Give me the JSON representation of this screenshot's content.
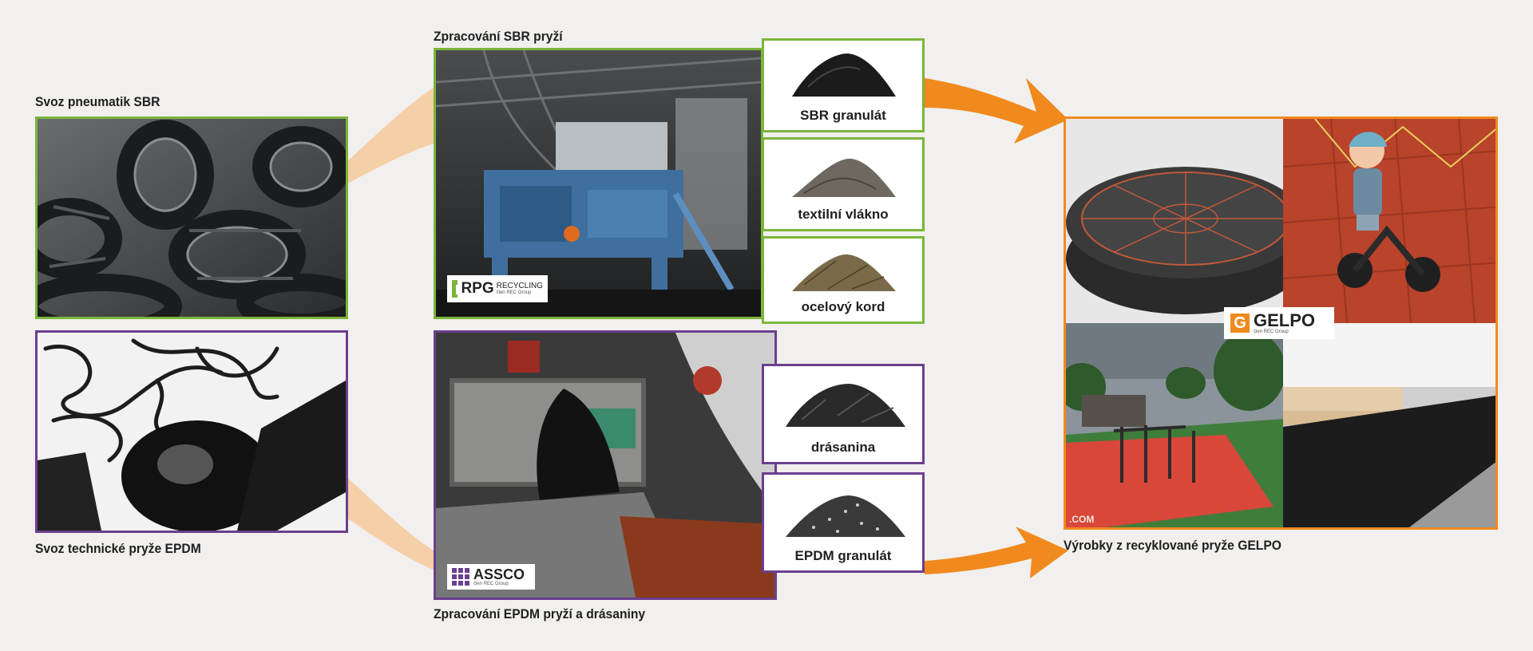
{
  "captions": {
    "sbr_collection": "Svoz pneumatik SBR",
    "epdm_collection": "Svoz technické pryže EPDM",
    "sbr_processing": "Zpracování SBR pryží",
    "epdm_processing": "Zpracování EPDM pryží a drásaniny",
    "products": "Výrobky z recyklované pryže GELPO"
  },
  "products_from_sbr": [
    {
      "label": "SBR granulát",
      "icon": "black-granulate-pile-icon"
    },
    {
      "label": "textilní vlákno",
      "icon": "fiber-pile-icon"
    },
    {
      "label": "ocelový kord",
      "icon": "steel-cord-pile-icon"
    }
  ],
  "products_from_epdm": [
    {
      "label": "drásanina",
      "icon": "shredded-rubber-pile-icon"
    },
    {
      "label": "EPDM granulát",
      "icon": "epdm-granulate-pile-icon"
    }
  ],
  "logos": {
    "rpg_name": "RPG",
    "rpg_word": "RECYCLING",
    "rpg_sub": "člen REC Group",
    "assco_name": "ASSCO",
    "assco_sub": "člen REC Group",
    "gelpo_mark": "G",
    "gelpo_name": "GELPO",
    "gelpo_sub": "člen REC Group"
  },
  "photo_text": {
    "playground_url_fragment": ".COM"
  },
  "colors": {
    "green": "#7cb53a",
    "purple": "#6b3f8f",
    "orange": "#f08a1e",
    "flow_light": "#f6c99a",
    "background": "#f1f0ee"
  }
}
